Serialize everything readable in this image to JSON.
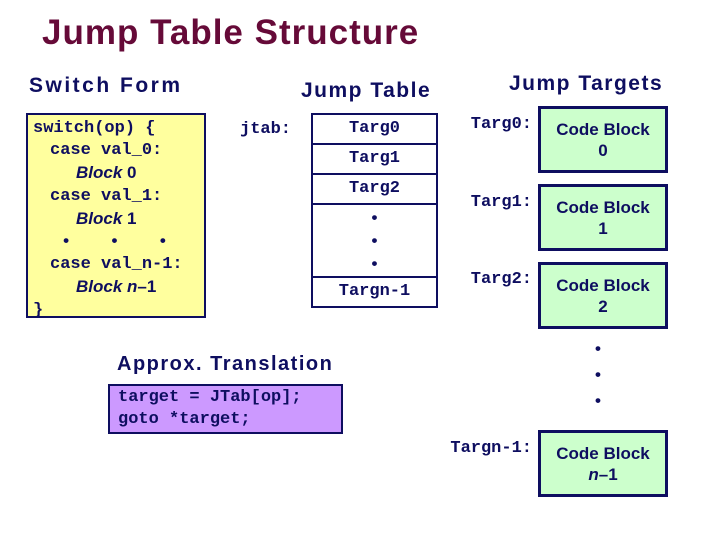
{
  "slide": {
    "title": "Jump Table Structure",
    "colors": {
      "title_maroon": "#660a38",
      "navy_text": "#0e0e60",
      "switch_box_yellow": "#ffff9e",
      "target_block_green": "#ccffcc",
      "translation_purple": "#cc99ff"
    }
  },
  "switch_form": {
    "heading": "Switch Form",
    "lines": [
      {
        "text": "switch(op) {"
      },
      {
        "text": "case val_0:"
      },
      {
        "italic": "Block",
        "plain": " 0"
      },
      {
        "text": "case val_1:"
      },
      {
        "italic": "Block",
        "plain": " 1"
      },
      {
        "text": "• • •"
      },
      {
        "text": "case val_n-1:"
      },
      {
        "italic": "Block n",
        "plain": "–1"
      },
      {
        "text": "}"
      }
    ]
  },
  "jump_table": {
    "heading": "Jump Table",
    "pointer_label": "jtab:",
    "entries": [
      "Targ0",
      "Targ1",
      "Targ2"
    ],
    "dots": [
      "•",
      "•",
      "•"
    ],
    "last_entry": "Targn-1"
  },
  "jump_targets": {
    "heading": "Jump Targets",
    "items": [
      {
        "label": "Targ0:",
        "line1": "Code Block",
        "line2": "0"
      },
      {
        "label": "Targ1:",
        "line1": "Code Block",
        "line2": "1"
      },
      {
        "label": "Targ2:",
        "line1": "Code Block",
        "line2": "2"
      }
    ],
    "dots": [
      "•",
      "•",
      "•"
    ],
    "last": {
      "label": "Targn-1:",
      "line1": "Code Block",
      "line2_italic": "n",
      "line2_plain": "–1"
    }
  },
  "translation": {
    "heading": "Approx. Translation",
    "code_lines": [
      "target = JTab[op];",
      "goto *target;"
    ]
  }
}
